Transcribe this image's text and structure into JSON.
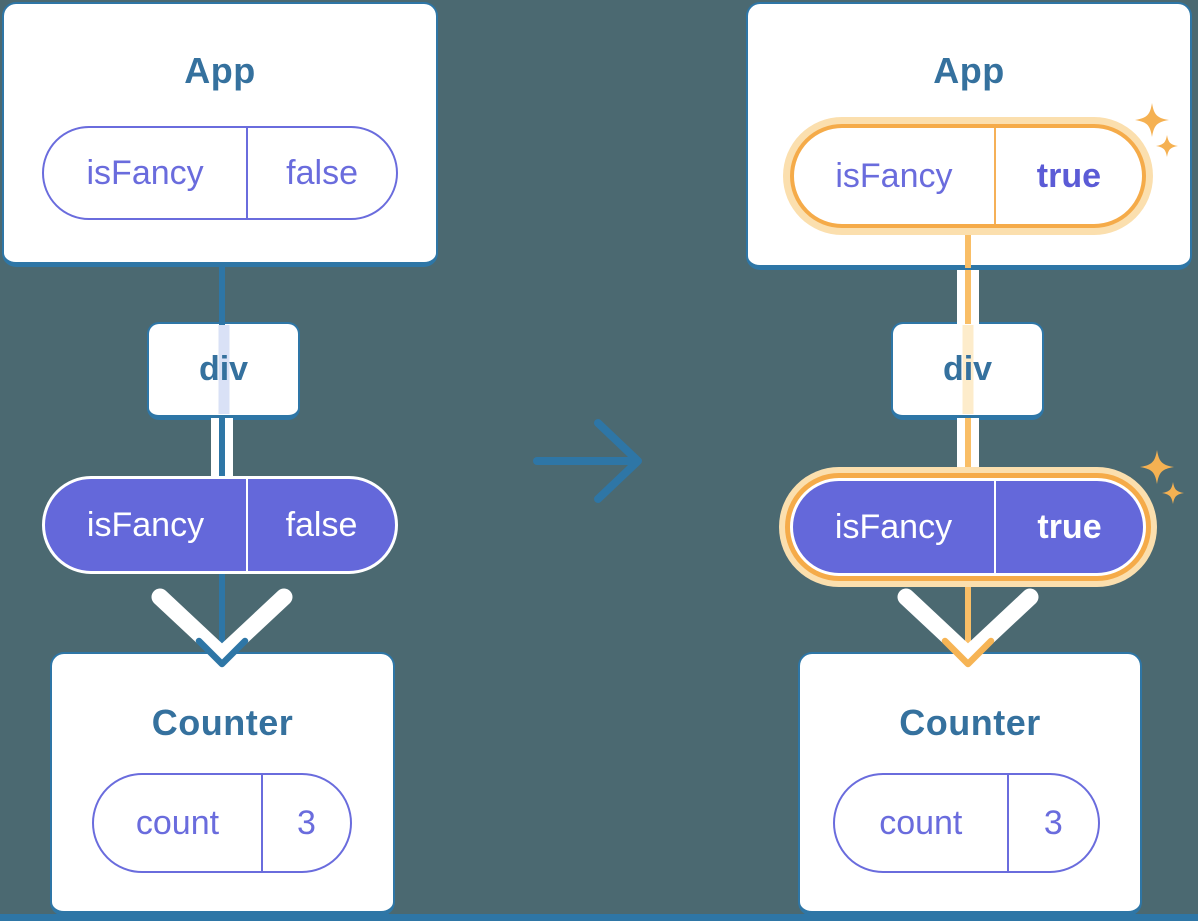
{
  "left_tree": {
    "app": {
      "title": "App",
      "prop": {
        "key": "isFancy",
        "value": "false"
      }
    },
    "container": {
      "label": "div"
    },
    "passed_prop": {
      "key": "isFancy",
      "value": "false"
    },
    "counter": {
      "title": "Counter",
      "state": {
        "key": "count",
        "value": "3"
      }
    }
  },
  "right_tree": {
    "app": {
      "title": "App",
      "prop": {
        "key": "isFancy",
        "value": "true"
      }
    },
    "container": {
      "label": "div"
    },
    "passed_prop": {
      "key": "isFancy",
      "value": "true"
    },
    "counter": {
      "title": "Counter",
      "state": {
        "key": "count",
        "value": "3"
      }
    }
  },
  "icons": {
    "transition_arrow": "right-arrow",
    "sparkle": "four-point-star",
    "flow_arrowhead": "down-chevron"
  },
  "colors": {
    "background": "#4b6971",
    "card_border": "#2e76a6",
    "heading_text": "#35719e",
    "violet": "#6a6cdd",
    "violet_bold": "#5b5bd6",
    "purple_fill": "#6468da",
    "blue_connector": "#2e76a6",
    "orange_ring": "#f5ab49",
    "orange_glow": "#fbdfae",
    "orange_line": "#f9be66",
    "orange_arrow": "#f6b455",
    "sparkle": "#f5b152",
    "stripe_lavender": "#d9e1f6",
    "stripe_cream": "#fdeccb",
    "white": "#ffffff"
  }
}
